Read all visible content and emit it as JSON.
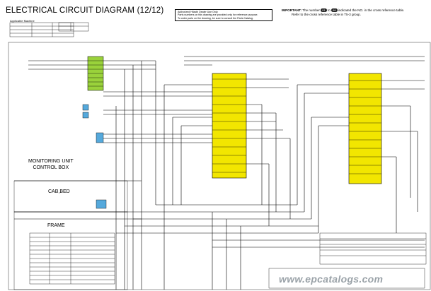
{
  "title": "ELECTRICAL CIRCUIT DIAGRAM (12/12)",
  "applicable_machine_label": "Applicable Machine",
  "notice_lines": [
    "Authorized Hitachi Dealer Use Only.",
    "Parts numbers on this drawing are provided only for reference purpose.",
    "To order parts on the drawing, be sure to consult the Parts Catalog."
  ],
  "important": {
    "label": "IMPORTANT:",
    "text_a": "The number",
    "text_b": "to",
    "text_c": "indicated the NO. in the cross reference table.",
    "line2": "Refer to the cross reference table in T5-3 group.",
    "pill_start": "01",
    "pill_end": "99"
  },
  "sections": {
    "monitoring_line1": "MONITORING UNIT",
    "monitoring_line2": "CONTROL BOX",
    "cab_bed": "CAB,BED",
    "frame": "FRAME"
  },
  "watermark": "www.epcatalogs.com",
  "colors": {
    "connector_yellow": "#f2e600",
    "connector_green": "#9ad23b",
    "connector_blue": "#55a9dc",
    "wire": "#000000"
  }
}
